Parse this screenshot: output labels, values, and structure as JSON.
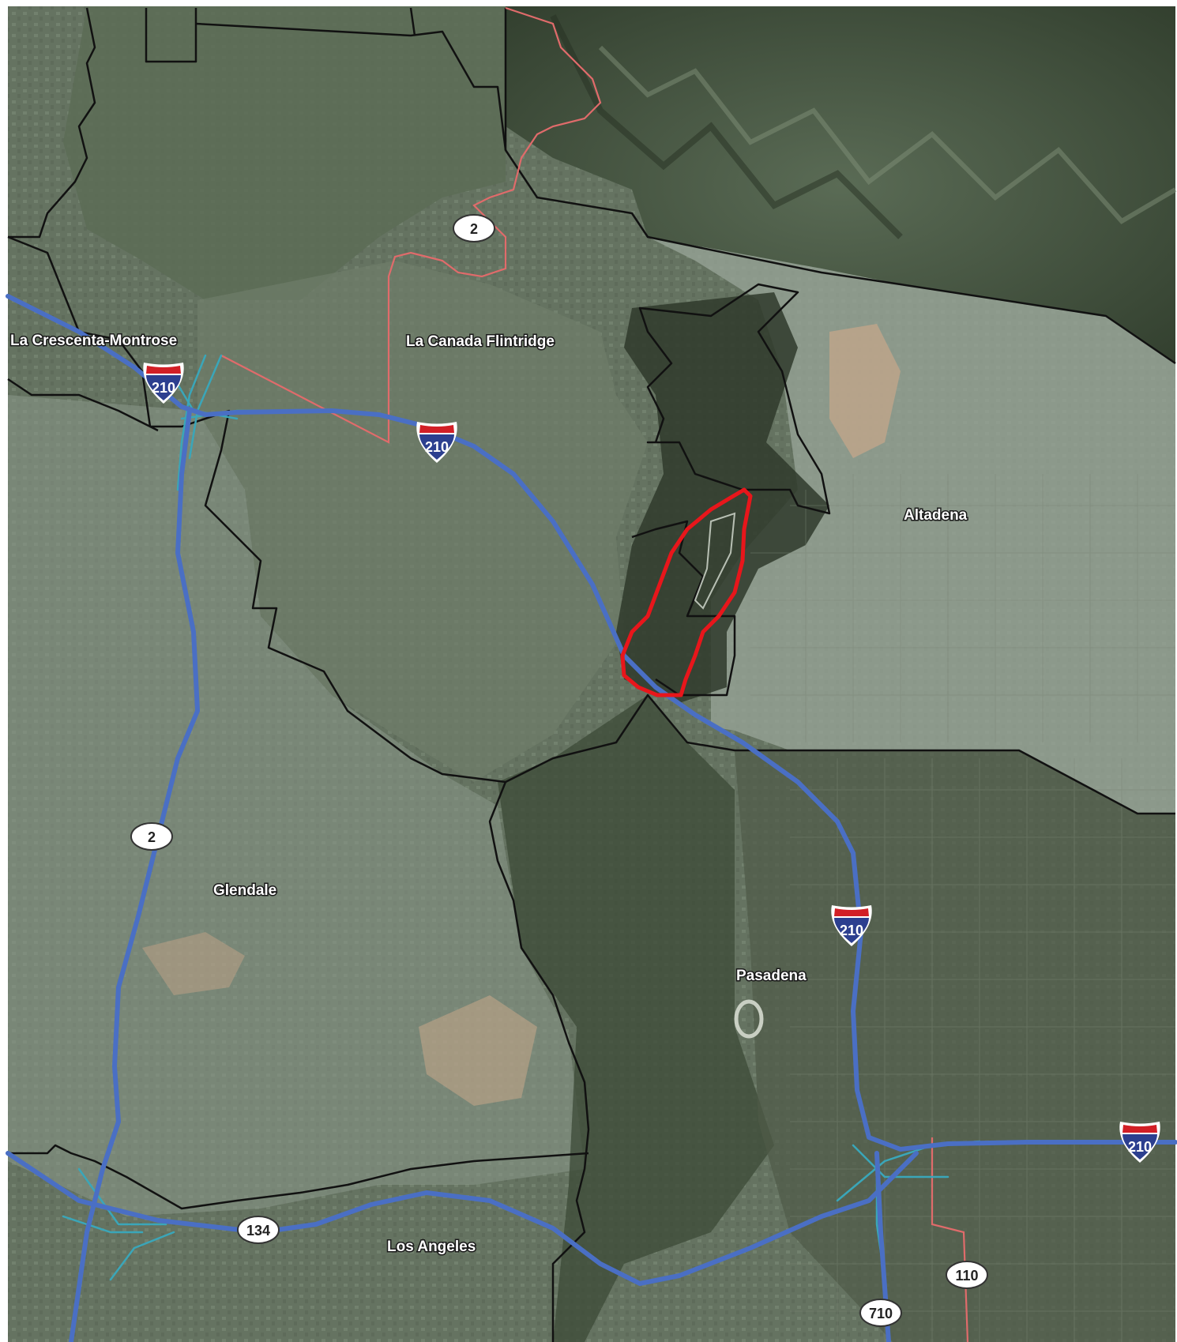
{
  "places": {
    "la_crescenta": "La Crescenta-Montrose",
    "la_canada": "La Canada Flintridge",
    "altadena": "Altadena",
    "glendale": "Glendale",
    "pasadena": "Pasadena",
    "los_angeles": "Los Angeles"
  },
  "shields": {
    "i210_a": "210",
    "i210_b": "210",
    "i210_c": "210",
    "i210_d": "210",
    "sr2_a": "2",
    "sr2_b": "2",
    "sr134": "134",
    "i110": "110",
    "i710": "710"
  },
  "colors": {
    "freeway": "#4a6fc4",
    "ramp": "#3aa6b9",
    "boundary": "#111111",
    "secondary_boundary": "#e06b6b",
    "study_area": "#e8161b",
    "interstate_blue": "#2c3f8f",
    "interstate_red": "#d21f26"
  }
}
